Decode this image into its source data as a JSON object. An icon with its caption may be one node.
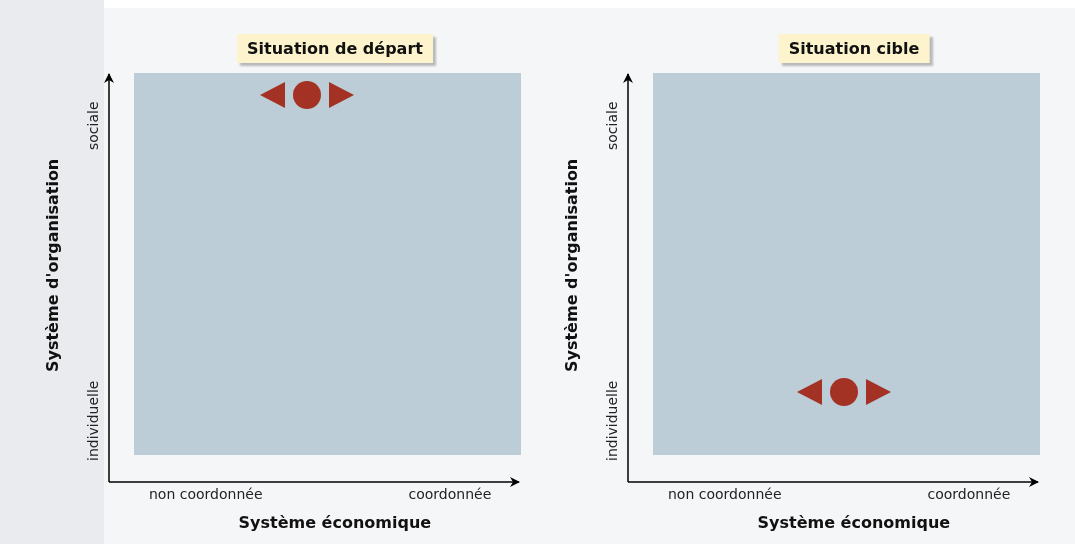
{
  "diagram": {
    "nodes": [
      {
        "text": [
          "Situation de départ"
        ]
      },
      {
        "text": [
          "Situation cible"
        ]
      }
    ],
    "labels": [
      "sociale",
      "individuelle",
      "Système d'organisation",
      "non coordonnée",
      "coordonnée",
      "Système économique",
      "sociale",
      "individuelle",
      "Système d'organisation",
      "non coordonnée",
      "coordonnée",
      "Système économique"
    ]
  }
}
